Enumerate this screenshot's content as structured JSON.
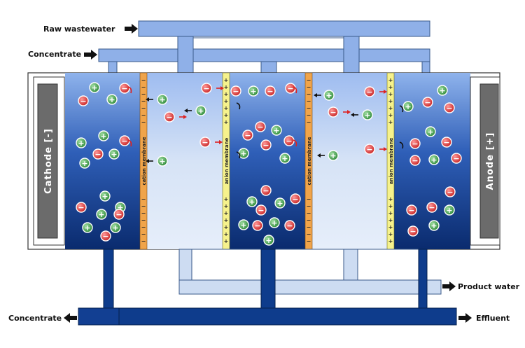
{
  "labels": {
    "raw_wastewater": "Raw wastewater",
    "concentrate_in": "Concentrate",
    "concentrate_out": "Concentrate",
    "product_water": "Product water",
    "effluent": "Effluent",
    "cathode": "Cathode [-]",
    "anode": "Anode [+]"
  },
  "membranes": [
    {
      "label": "cation membrane",
      "kind": "cation"
    },
    {
      "label": "anion membrane",
      "kind": "anion"
    },
    {
      "label": "cation membrane",
      "kind": "cation"
    },
    {
      "label": "anion membrane",
      "kind": "anion"
    }
  ],
  "symbols": {
    "plus": "+",
    "minus": "−"
  },
  "colors": {
    "dark_blue": "#0a2b6e",
    "light_blue": "#dbe6f6",
    "pipe_light": "#cddcf2",
    "cation_membrane": "#f0a44a",
    "anion_membrane": "#f6f28c",
    "cation_ion": "#3e9a44",
    "anion_ion": "#d93a3a",
    "electrode": "#6b6b6b"
  }
}
